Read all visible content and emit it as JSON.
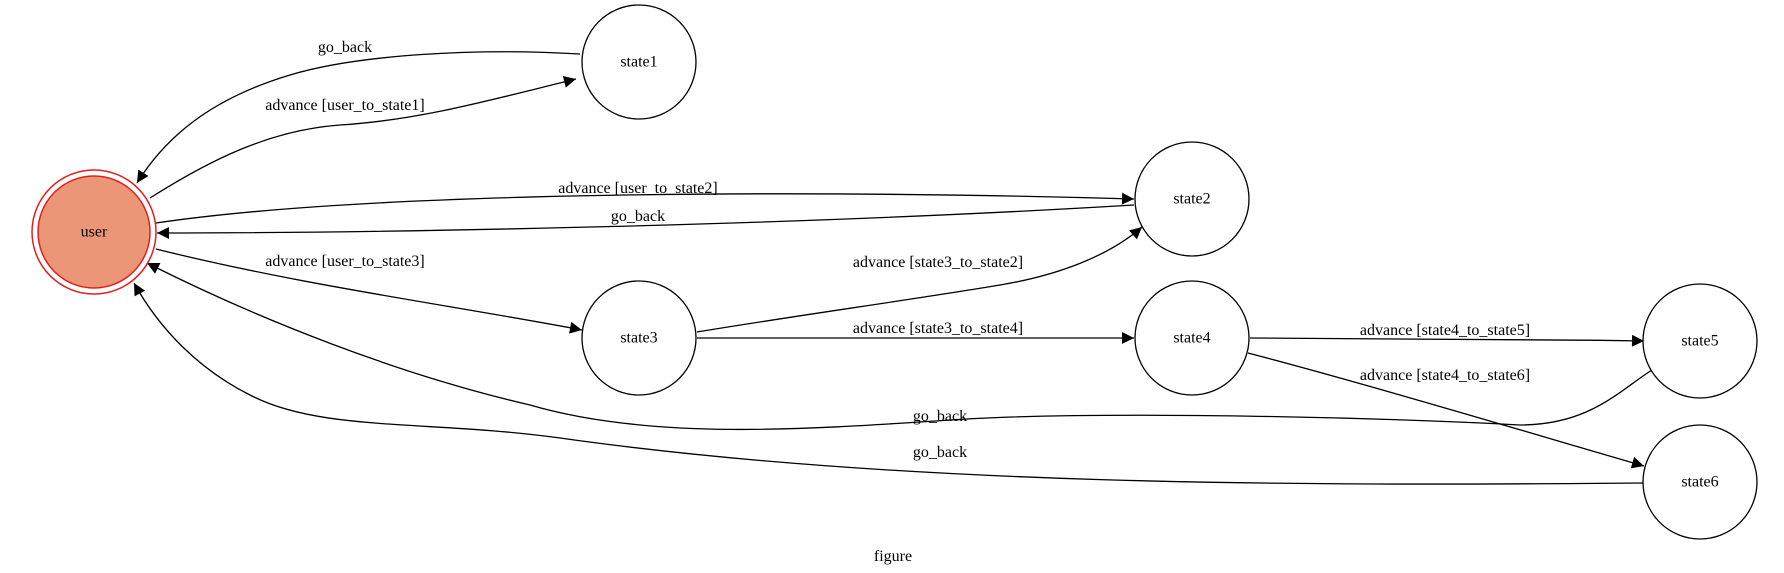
{
  "figure": {
    "caption": "figure"
  },
  "colors": {
    "initial_fill": "#ea9677",
    "initial_stroke": "#e02020",
    "line": "#000000",
    "background": "#ffffff"
  },
  "nodes": {
    "user": "user",
    "state1": "state1",
    "state2": "state2",
    "state3": "state3",
    "state4": "state4",
    "state5": "state5",
    "state6": "state6"
  },
  "edges": {
    "state1_to_user": "go_back",
    "user_to_state1": "advance [user_to_state1]",
    "user_to_state2": "advance [user_to_state2]",
    "state2_to_user": "go_back",
    "user_to_state3": "advance [user_to_state3]",
    "state3_to_state2": "advance [state3_to_state2]",
    "state3_to_state4": "advance [state3_to_state4]",
    "state4_to_state5": "advance [state4_to_state5]",
    "state4_to_state6": "advance [state4_to_state6]",
    "state5_to_user": "go_back",
    "state6_to_user": "go_back"
  }
}
